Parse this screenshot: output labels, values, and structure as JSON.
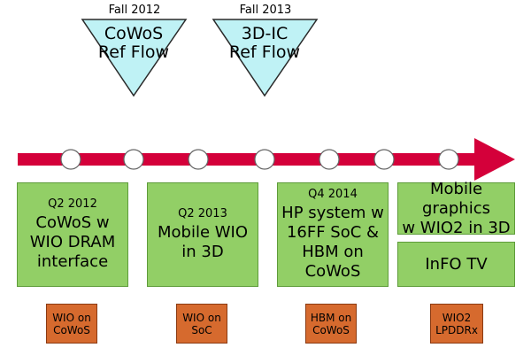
{
  "milestones": [
    {
      "date": "Fall 2012",
      "line1": "CoWoS",
      "line2": "Ref Flow"
    },
    {
      "date": "Fall 2013",
      "line1": "3D-IC",
      "line2": "Ref Flow"
    }
  ],
  "boxes": [
    {
      "quarter": "Q2 2012",
      "lines": [
        "CoWoS w",
        "WIO DRAM",
        "interface"
      ]
    },
    {
      "quarter": "Q2 2013",
      "lines": [
        "Mobile WIO",
        "in 3D"
      ]
    },
    {
      "quarter": "Q4 2014",
      "lines": [
        "HP system w",
        "16FF SoC &",
        "HBM on",
        "CoWoS"
      ]
    },
    {
      "lines": [
        "Mobile graphics",
        "w WIO2 in 3D"
      ]
    },
    {
      "lines": [
        "InFO TV"
      ]
    }
  ],
  "tags": [
    {
      "line1": "WIO on",
      "line2": "CoWoS"
    },
    {
      "line1": "WIO on",
      "line2": "SoC"
    },
    {
      "line1": "HBM on",
      "line2": "CoWoS"
    },
    {
      "line1": "WIO2",
      "line2": "LPDDRx"
    }
  ],
  "colors": {
    "arrow": "#d4003a",
    "triangle": "#bff2f5",
    "box": "#92cf66",
    "tag": "#d66a2e"
  }
}
